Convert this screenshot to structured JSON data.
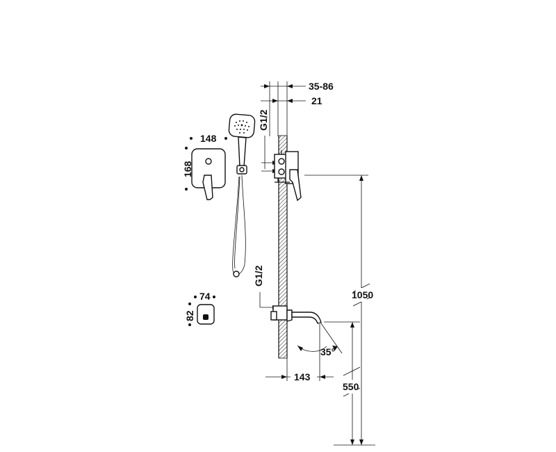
{
  "dimensions": {
    "wall_thickness": "35-86",
    "wall_depth": "21",
    "thread_upper": "G1/2",
    "thread_lower": "G1/2",
    "plate_width": "148",
    "plate_height": "168",
    "small_plate_width": "74",
    "small_plate_height": "82",
    "spout_height_total": "1050",
    "spout_projection": "143",
    "spout_angle": "35°",
    "spout_height": "550"
  },
  "colors": {
    "line": "#111111",
    "background": "#ffffff"
  }
}
